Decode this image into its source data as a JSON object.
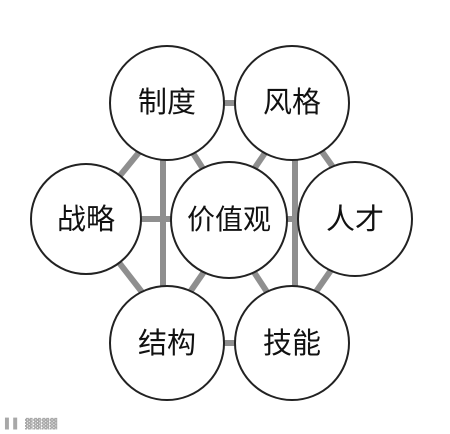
{
  "diagram": {
    "colors": {
      "node_fill": "#ffffff",
      "node_stroke": "#222222",
      "edge": "#8f8f8f",
      "text": "#111111"
    },
    "nodes": {
      "zhidu": "制度",
      "fengge": "风格",
      "zhanlue": "战略",
      "jiazhiguan": "价值观",
      "rencai": "人才",
      "jiegou": "结构",
      "jineng": "技能"
    }
  }
}
